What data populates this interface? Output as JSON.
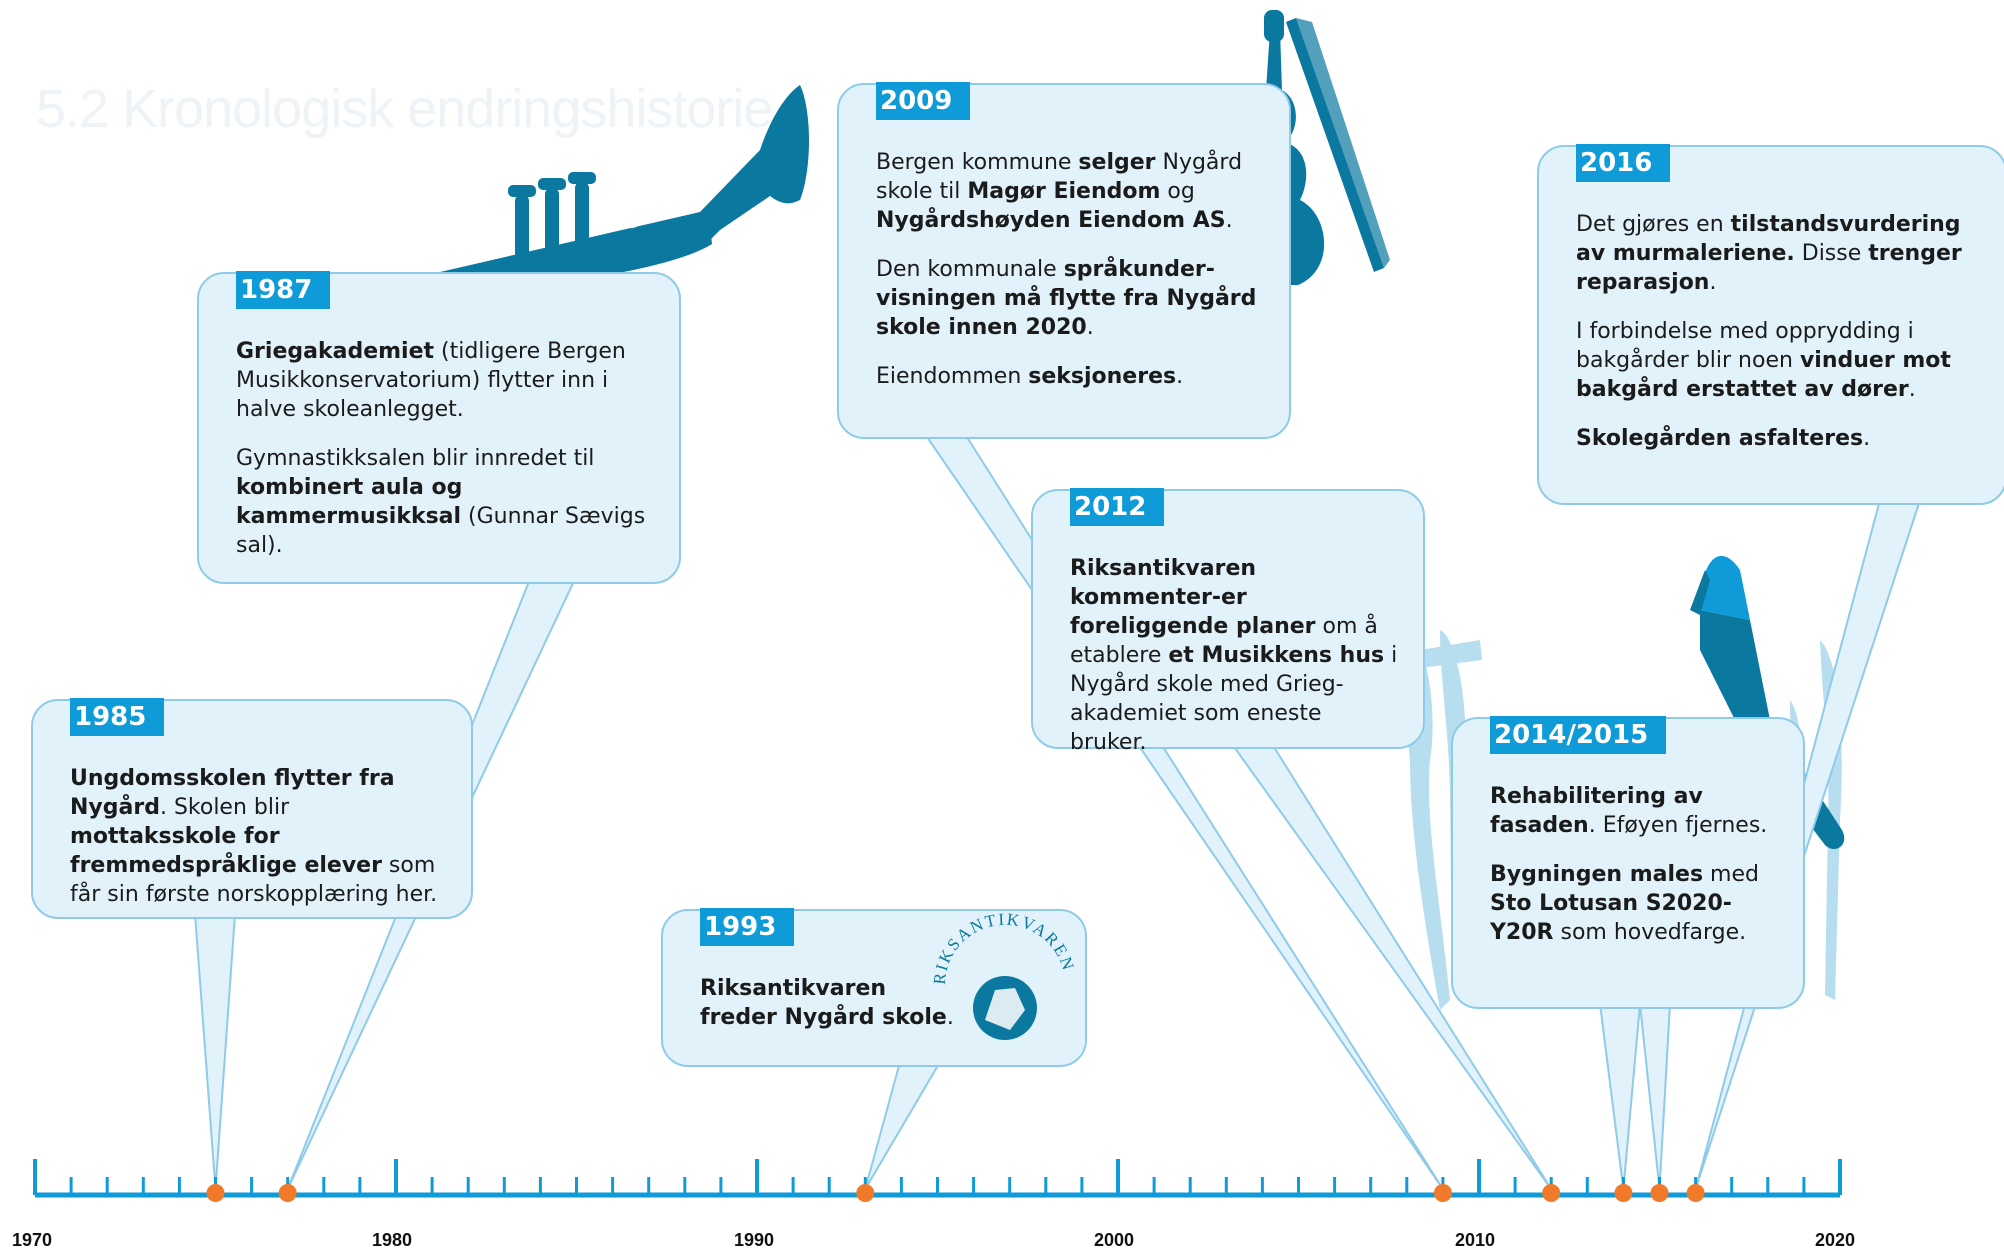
{
  "title": "5.2 Kronologisk endringshistorie",
  "colors": {
    "bubble_fill": "#e1f2fb",
    "bubble_stroke": "#8fcbe8",
    "year_tag": "#0f9bd7",
    "axis": "#0f9bd7",
    "marker": "#f07a2a",
    "illustration": "#0a789f"
  },
  "axis": {
    "labels": [
      "1970",
      "1980",
      "1990",
      "2000",
      "2010",
      "2020"
    ]
  },
  "events": [
    {
      "year": "1985",
      "paragraphs": [
        [
          {
            "t": "Ungdomsskolen flytter fra Nygård",
            "b": true
          },
          {
            "t": ". Skolen blir ",
            "b": false
          },
          {
            "t": "mottaksskole for fremmedspråklige elever",
            "b": true
          },
          {
            "t": " som får sin første norskopplæring her.",
            "b": false
          }
        ]
      ]
    },
    {
      "year": "1987",
      "paragraphs": [
        [
          {
            "t": "Griegakademiet",
            "b": true
          },
          {
            "t": " (tidligere Bergen Musikkonservatorium) flytter inn i halve skoleanlegget.",
            "b": false
          }
        ],
        [
          {
            "t": "Gymnastikksalen blir innredet til ",
            "b": false
          },
          {
            "t": "kombinert aula og kammermusikksal",
            "b": true
          },
          {
            "t": " (Gunnar Sævigs sal).",
            "b": false
          }
        ]
      ]
    },
    {
      "year": "1993",
      "paragraphs": [
        [
          {
            "t": "Riksantikvaren freder Nygård skole",
            "b": true
          },
          {
            "t": ".",
            "b": false
          }
        ]
      ]
    },
    {
      "year": "2009",
      "paragraphs": [
        [
          {
            "t": "Bergen kommune ",
            "b": false
          },
          {
            "t": "selger",
            "b": true
          },
          {
            "t": " Nygård skole til ",
            "b": false
          },
          {
            "t": "Magør Eiendom",
            "b": true
          },
          {
            "t": " og ",
            "b": false
          },
          {
            "t": "Nygårdshøyden Eiendom AS",
            "b": true
          },
          {
            "t": ".",
            "b": false
          }
        ],
        [
          {
            "t": "Den kommunale ",
            "b": false
          },
          {
            "t": "språkunder-visningen må flytte fra Nygård skole innen 2020",
            "b": true
          },
          {
            "t": ".",
            "b": false
          }
        ],
        [
          {
            "t": "Eiendommen ",
            "b": false
          },
          {
            "t": "seksjoneres",
            "b": true
          },
          {
            "t": ".",
            "b": false
          }
        ]
      ]
    },
    {
      "year": "2012",
      "paragraphs": [
        [
          {
            "t": "Riksantikvaren kommenter-er foreliggende planer",
            "b": true
          },
          {
            "t": " om å etablere ",
            "b": false
          },
          {
            "t": "et Musikkens hus",
            "b": true
          },
          {
            "t": " i Nygård skole med Grieg-akademiet som eneste bruker.",
            "b": false
          }
        ]
      ]
    },
    {
      "year": "2014/2015",
      "paragraphs": [
        [
          {
            "t": "Rehabilitering av fasaden",
            "b": true
          },
          {
            "t": ". Eføyen fjernes.",
            "b": false
          }
        ],
        [
          {
            "t": "Bygningen males",
            "b": true
          },
          {
            "t": " med ",
            "b": false
          },
          {
            "t": "Sto Lotusan S2020-Y20R",
            "b": true
          },
          {
            "t": " som hovedfarge.",
            "b": false
          }
        ]
      ]
    },
    {
      "year": "2016",
      "paragraphs": [
        [
          {
            "t": "Det gjøres en ",
            "b": false
          },
          {
            "t": "tilstandsvurdering av murmaleriene.",
            "b": true
          },
          {
            "t": " Disse ",
            "b": false
          },
          {
            "t": "trenger reparasjon",
            "b": true
          },
          {
            "t": ".",
            "b": false
          }
        ],
        [
          {
            "t": "I forbindelse med opprydding i bakgårder blir noen ",
            "b": false
          },
          {
            "t": "vinduer mot bakgård erstattet av dører",
            "b": true
          },
          {
            "t": ".",
            "b": false
          }
        ],
        [
          {
            "t": "Skolegården asfalteres",
            "b": true
          },
          {
            "t": ".",
            "b": false
          }
        ]
      ]
    }
  ],
  "logo_text": "RIKSANTIKVAREN",
  "illustrations": [
    "trumpet-icon",
    "violin-icon",
    "paintbrush-icon"
  ]
}
